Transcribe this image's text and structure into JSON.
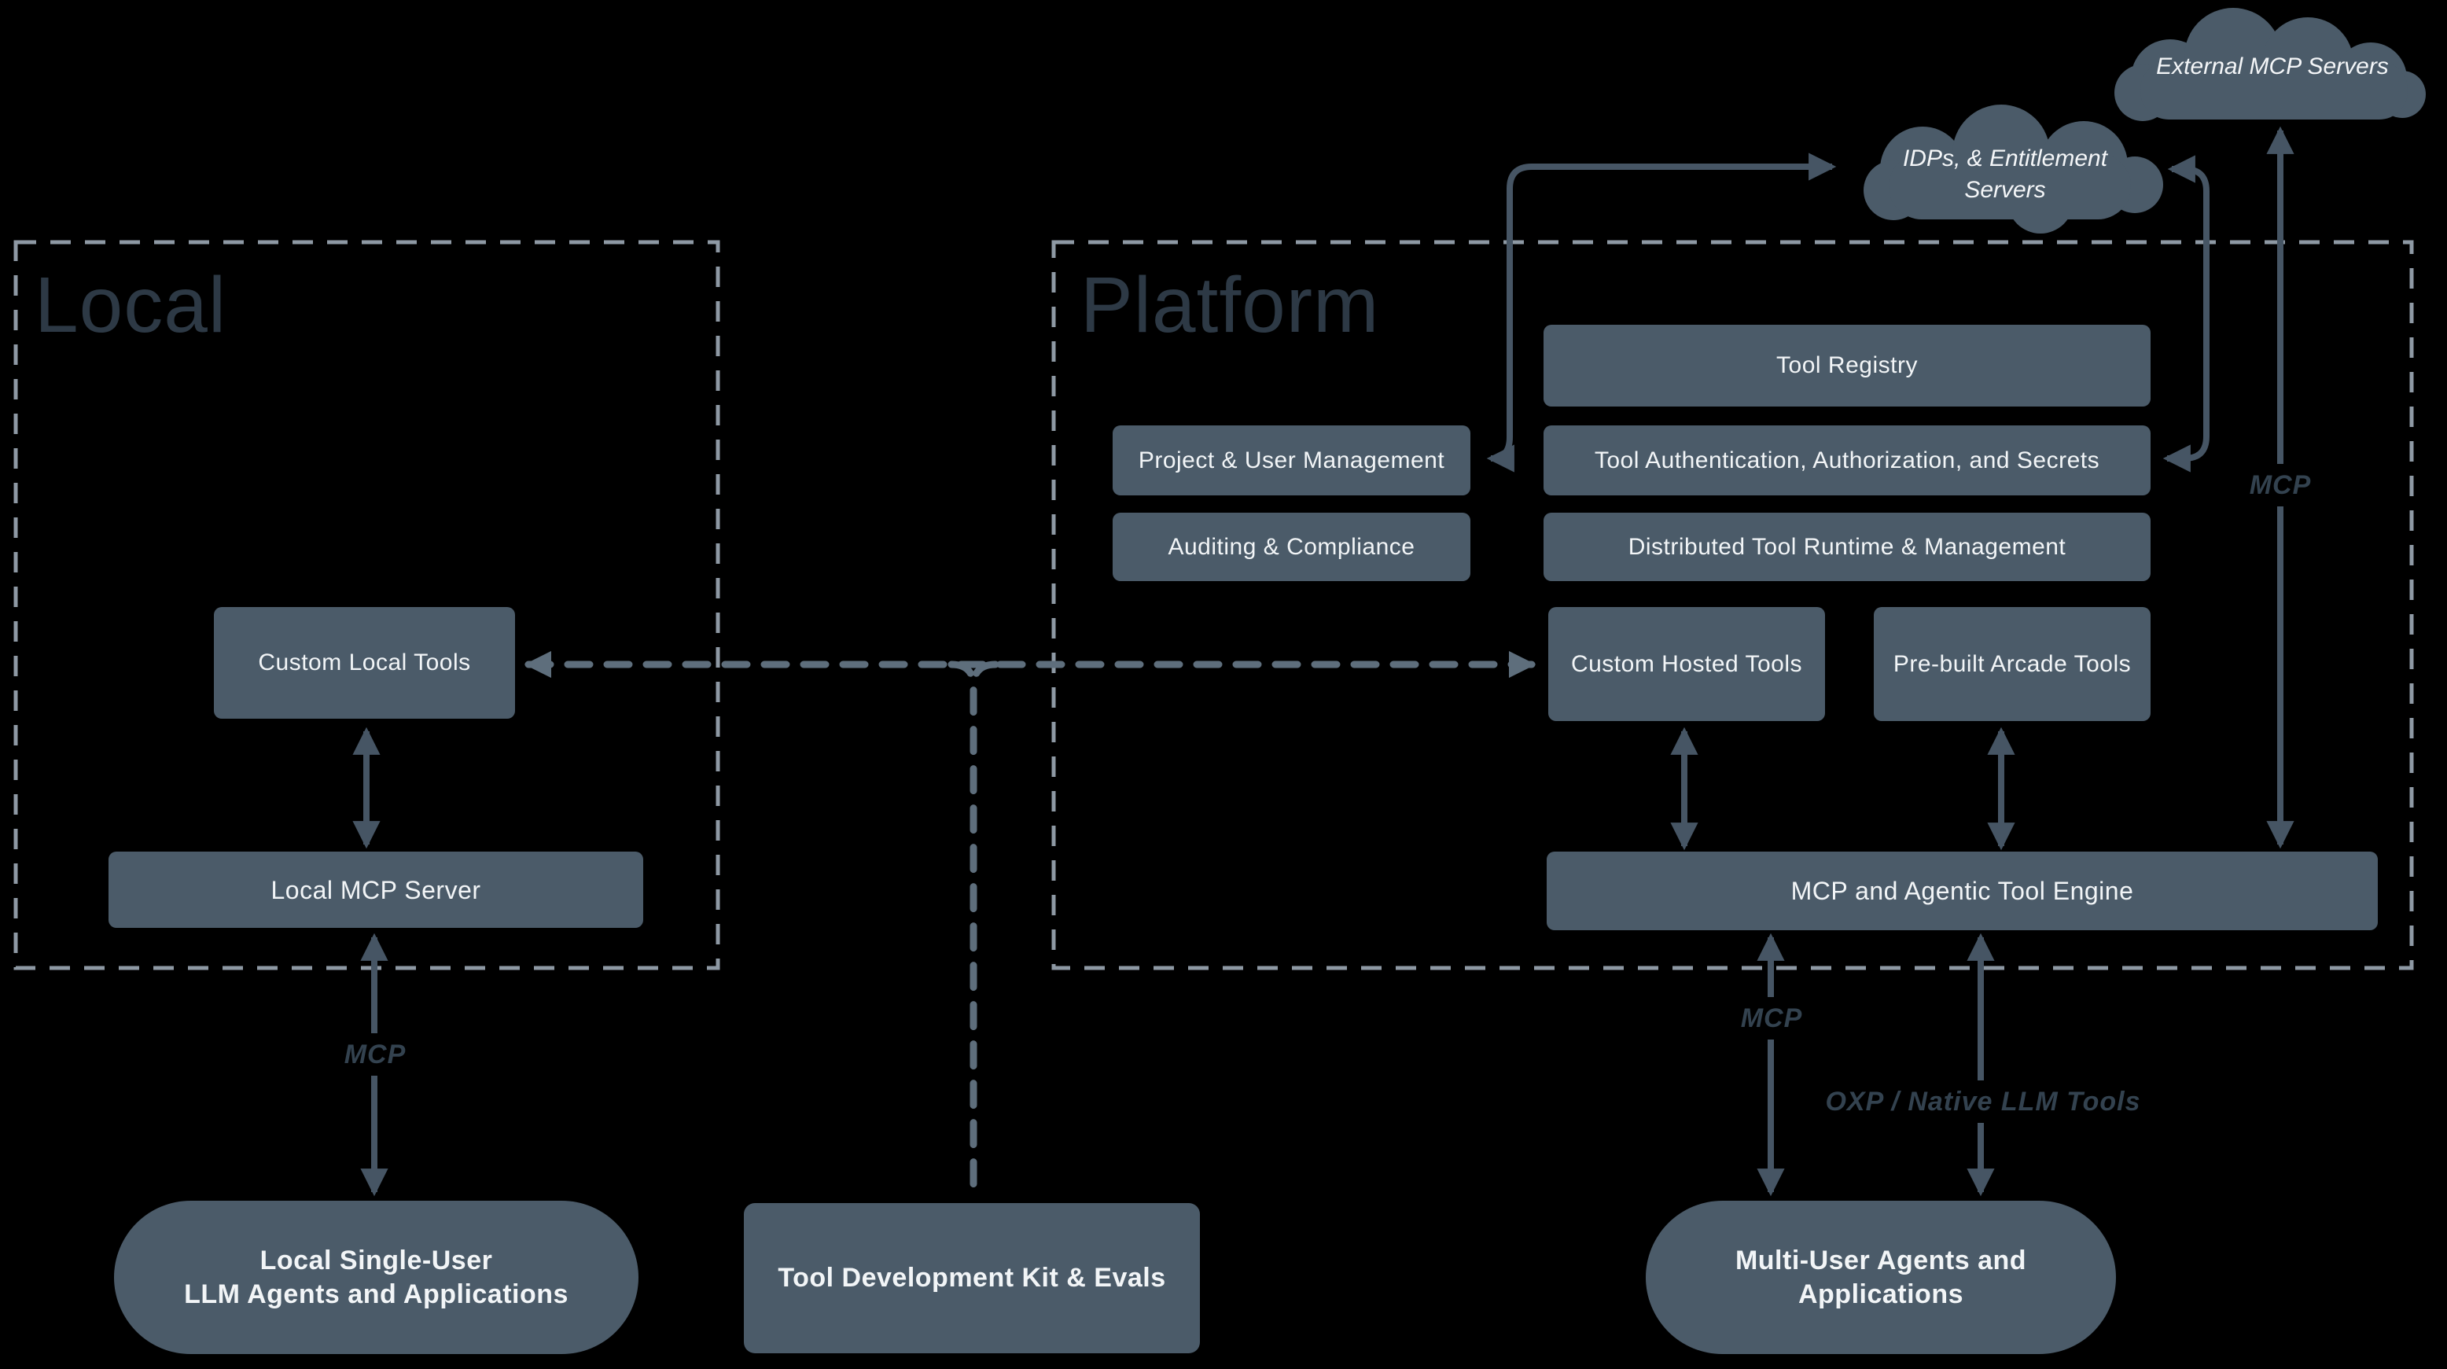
{
  "colors": {
    "background": "#000000",
    "node_fill": "#4b5b69",
    "node_text": "#f2f5f7",
    "section_title": "#2d3945",
    "dashed_border": "#8e99a4",
    "solid_arrow": "#465564",
    "dashed_connector": "#5e6e7c",
    "arrow_label": "#33424f"
  },
  "local_section": {
    "title": "Local",
    "custom_local_tools": "Custom Local Tools",
    "local_mcp_server": "Local MCP Server"
  },
  "platform_section": {
    "title": "Platform",
    "tool_registry": "Tool Registry",
    "project_user_mgmt": "Project & User Management",
    "tool_auth": "Tool Authentication, Authorization, and Secrets",
    "auditing": "Auditing & Compliance",
    "distributed_runtime": "Distributed Tool Runtime & Management",
    "custom_hosted_tools": "Custom Hosted Tools",
    "prebuilt_arcade_tools": "Pre-built Arcade Tools",
    "engine": "MCP and Agentic Tool Engine"
  },
  "clouds": {
    "external_mcp": {
      "label": "External MCP Servers"
    },
    "idps": {
      "line1": "IDPs, & Entitlement",
      "line2": "Servers"
    }
  },
  "bottom_row": {
    "local_agents": {
      "line1": "Local Single-User",
      "line2": "LLM Agents and Applications"
    },
    "tool_dev_kit": {
      "label": "Tool Development Kit & Evals"
    },
    "multi_user": {
      "line1": "Multi-User Agents and",
      "line2": "Applications"
    }
  },
  "arrow_labels": {
    "mcp_local": "MCP",
    "mcp_platform": "MCP",
    "mcp_external": "MCP",
    "oxp": "OXP / Native LLM Tools"
  }
}
